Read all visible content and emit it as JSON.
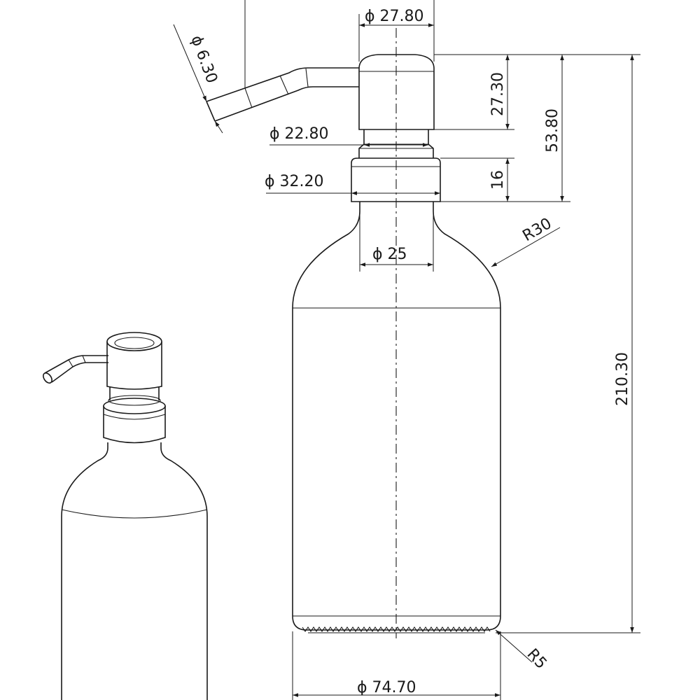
{
  "drawing": {
    "line_color": "#1a1a1a",
    "background": "#ffffff",
    "dimensions": {
      "spout_dia": "ϕ 6.30",
      "cap_dia": "ϕ 27.80",
      "cap_height": "27.30",
      "pump_height": "53.80",
      "collar_dia": "ϕ 22.80",
      "ring_dia": "ϕ 32.20",
      "ring_height": "16",
      "neck_dia": "ϕ 25",
      "shoulder_radius": "R30",
      "total_height": "210.30",
      "base_radius": "R5",
      "body_dia": "ϕ 74.70"
    }
  }
}
